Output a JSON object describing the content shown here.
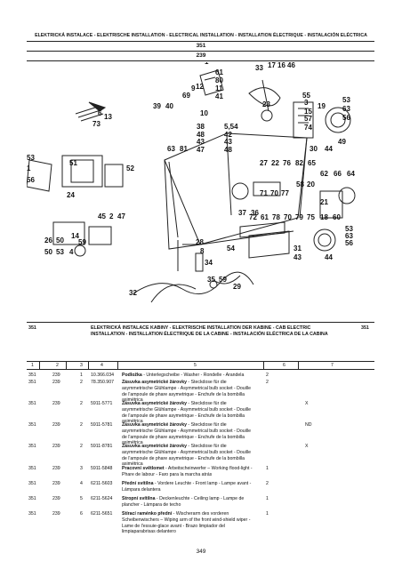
{
  "header": {
    "title": "ELEKTRICKÁ INSTALACE - ELEKTRISCHE INSTALLATION - ELECTRICAL INSTALLATION - INSTALLATION ÉLECTRIQUE - INSTALACIÓN ELÉCTRICA",
    "code_primary": "351",
    "code_secondary": "239"
  },
  "diagram": {
    "callouts": [
      "61",
      "80",
      "11",
      "41",
      "33",
      "17",
      "16",
      "46",
      "1",
      "12",
      "69",
      "9",
      "23",
      "19",
      "55",
      "3",
      "15",
      "57",
      "74",
      "53",
      "63",
      "56",
      "39",
      "40",
      "6",
      "13",
      "73",
      "10",
      "38",
      "48",
      "43",
      "47",
      "54",
      "42",
      "43",
      "48",
      "63",
      "81",
      "49",
      "30",
      "44",
      "27",
      "22",
      "76",
      "82",
      "65",
      "62",
      "66",
      "64",
      "53",
      "51",
      "52",
      "56",
      "20",
      "21",
      "71",
      "70",
      "77",
      "58",
      "24",
      "37",
      "36",
      "72",
      "61",
      "78",
      "70",
      "79",
      "75",
      "18",
      "60",
      "45",
      "2",
      "47",
      "26",
      "50",
      "14",
      "59",
      "53",
      "4",
      "28",
      "8",
      "34",
      "63",
      "56",
      "31",
      "43",
      "54",
      "44",
      "35",
      "59",
      "29",
      "32"
    ]
  },
  "section": {
    "code": "351",
    "title_line1": "ELEKTRICKÁ INSTALACE KABINY - ELEKTRISCHE INSTALLATION DER KABINE - CAB ELECTRIC",
    "title_line2": "INSTALLATION - INSTALLATION ÉLECTRIQUE DE LA CABINE - INSTALACIÓN ELÉCTRICA DE LA CABINA",
    "code_right": "351"
  },
  "columns": [
    "1",
    "2",
    "3",
    "4",
    "5",
    "6",
    "7"
  ],
  "rows": [
    {
      "pn": "351",
      "grp": "239",
      "pos": "1",
      "num": "10.366.034",
      "name": "Podložka",
      "desc": " - Unterlegscheibe - Washer - Rondelle - Arandela",
      "qty": "2",
      "rem": ""
    },
    {
      "pn": "351",
      "grp": "239",
      "pos": "2",
      "num": "78.350.907",
      "name": "Zásuvka asymetrické žárovky",
      "desc": " - Steckdose für die asymmetrische Glühlampe - Asymmetrical bulb socket - Douille de l'ampoule de phare asymetrique - Enchufe de la bombilla asimétrica",
      "qty": "2",
      "rem": ""
    },
    {
      "pn": "351",
      "grp": "239",
      "pos": "2",
      "num": "5911-5771",
      "name": "Zásuvka asymetrické žárovky",
      "desc": " - Steckdose für die asymmetrische Glühlampe - Asymmetrical bulb socket - Douille de l'ampoule de phare asymetrique - Enchufe de la bombilla asimétrica",
      "qty": "",
      "rem": "X"
    },
    {
      "pn": "351",
      "grp": "239",
      "pos": "2",
      "num": "5911-5781",
      "name": "Zásuvka asymetrické žárovky",
      "desc": " - Steckdose für die asymmetrische Glühlampe - Asymmetrical bulb socket - Douille de l'ampoule de phare asymetrique - Enchufe de la bombilla asimétrica",
      "qty": "",
      "rem": "ND"
    },
    {
      "pn": "351",
      "grp": "239",
      "pos": "2",
      "num": "5911-8781",
      "name": "Zásuvka asymetrické žárovky",
      "desc": " - Steckdose für die asymmetrische Glühlampe - Asymmetrical bulb socket - Douille de l'ampoule de phare asymetrique - Enchufe de la bombilla asimétrica",
      "qty": "",
      "rem": "X"
    },
    {
      "pn": "351",
      "grp": "239",
      "pos": "3",
      "num": "5911-5848",
      "name": "Pracovní světlomet",
      "desc": " - Arbeitscheinwerfer – Working flood-light - Phare de labour - Faro para la marcha atrás",
      "qty": "1",
      "rem": ""
    },
    {
      "pn": "351",
      "grp": "239",
      "pos": "4",
      "num": "6211-5603",
      "name": "Přední svítilna",
      "desc": " - Vordere Leuchte - Front lamp - Lampe avant - Lámpara delantera",
      "qty": "2",
      "rem": ""
    },
    {
      "pn": "351",
      "grp": "239",
      "pos": "5",
      "num": "6211-5624",
      "name": "Stropní svítilna",
      "desc": " - Deckenleuchte - Ceiling lamp - Lampe de plancher - Lámpara de techo",
      "qty": "1",
      "rem": ""
    },
    {
      "pn": "351",
      "grp": "239",
      "pos": "6",
      "num": "6211-5651",
      "name": "Stírací raménko přední",
      "desc": " - Wischerarm des vorderen Scheibenwischers – Wiping arm of the front wind-shield wiper - Lame de l'essuie-glace avant - Brazo limpiador del limpiaparabrisas delantero",
      "qty": "1",
      "rem": ""
    }
  ],
  "footer": {
    "page": "349"
  }
}
